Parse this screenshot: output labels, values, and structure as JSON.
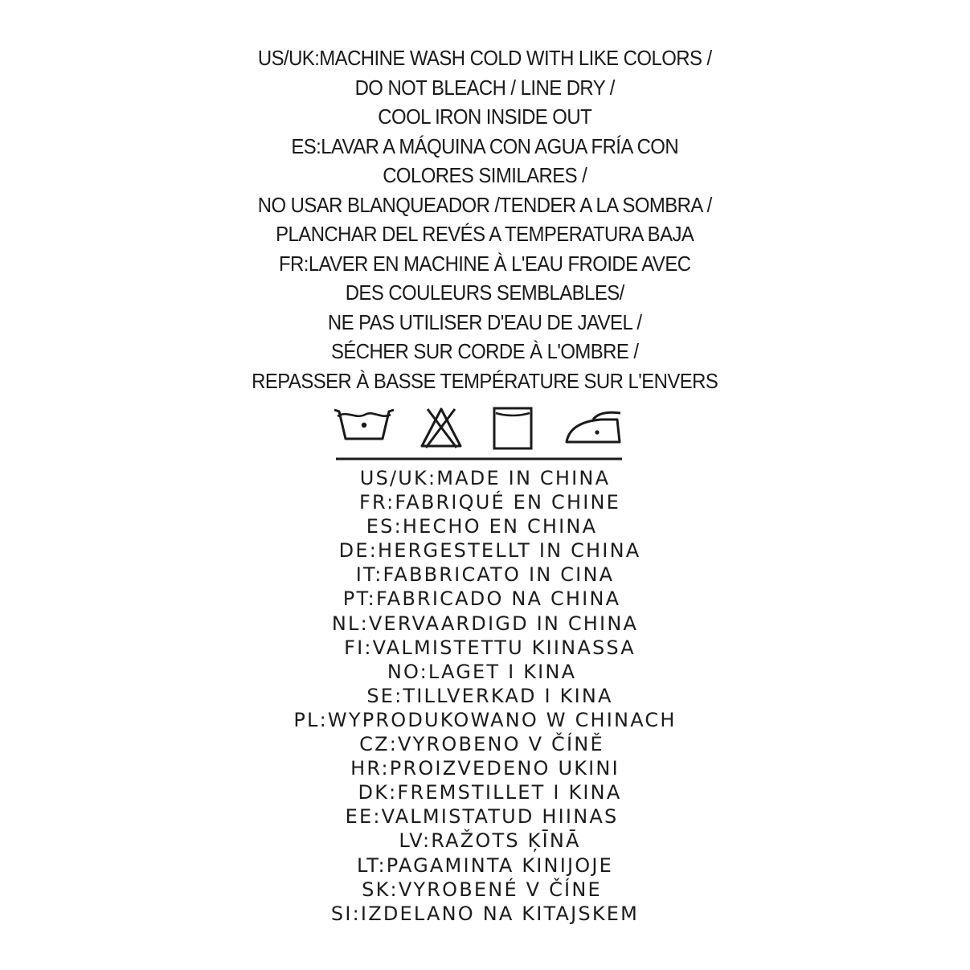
{
  "care_instructions": [
    "US/UK:MACHINE WASH COLD WITH LIKE COLORS /",
    "DO NOT BLEACH / LINE DRY /",
    "COOL IRON INSIDE OUT",
    "ES:LAVAR A MÁQUINA CON AGUA FRÍA CON",
    "COLORES SIMILARES /",
    "NO USAR BLANQUEADOR /TENDER A LA SOMBRA /",
    "PLANCHAR DEL REVÉS A TEMPERATURA BAJA",
    "FR:LAVER EN MACHINE À L'EAU FROIDE AVEC",
    "DES COULEURS SEMBLABLES/",
    "NE PAS UTILISER D'EAU DE JAVEL /",
    "SÉCHER SUR CORDE À L'OMBRE /",
    "REPASSER À BASSE TEMPÉRATURE SUR L'ENVERS"
  ],
  "care_symbols": [
    {
      "name": "wash-cold-icon"
    },
    {
      "name": "do-not-bleach-icon"
    },
    {
      "name": "line-dry-icon"
    },
    {
      "name": "iron-low-icon"
    }
  ],
  "origin_lines": [
    "US/UK:MADE IN CHINA",
    "FR:FABRIQUÉ EN CHINE",
    "ES:HECHO EN CHINA",
    "DE:HERGESTELLT IN CHINA",
    "IT:FABBRICATO IN CINA",
    "PT:FABRICADO NA CHINA",
    "NL:VERVAARDIGD IN CHINA",
    "FI:VALMISTETTU KIINASSA",
    "NO:LAGET I KINA",
    "SE:TILLVERKAD I KINA",
    "PL:WYPRODUKOWANO W CHINACH",
    "CZ:VYROBENO V ČÍNĚ",
    "HR:PROIZVEDENO UKINI",
    "DK:FREMSTILLET I KINA",
    "EE:VALMISTATUD HIINAS",
    "LV:RAŽOTS ĶĪNĀ",
    "LT:PAGAMINTA KINIJOJE",
    "SK:VYROBENÉ V ČÍNE",
    "SI:IZDELANO NA KITAJSKEM"
  ]
}
